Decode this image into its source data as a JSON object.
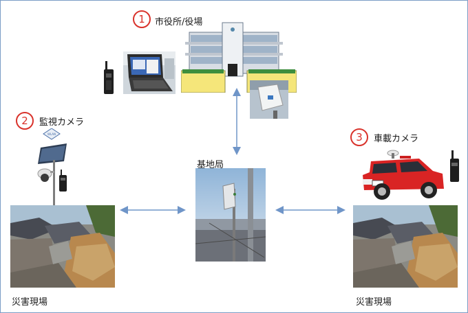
{
  "nodes": {
    "city_hall": {
      "number": "1",
      "label": "市役所/役場"
    },
    "surveillance_camera": {
      "number": "2",
      "label": "監視カメラ"
    },
    "vehicle_camera": {
      "number": "3",
      "label": "車載カメラ"
    },
    "base_station": {
      "label": "基地局"
    },
    "disaster_site_left": {
      "label": "災害現場"
    },
    "disaster_site_right": {
      "label": "災害現場"
    }
  },
  "sign_text": "WLAN",
  "colors": {
    "number_circle": "#d9322b",
    "arrow": "#6f95c8",
    "frame": "#7a9cc6",
    "vehicle": "#d92424"
  }
}
